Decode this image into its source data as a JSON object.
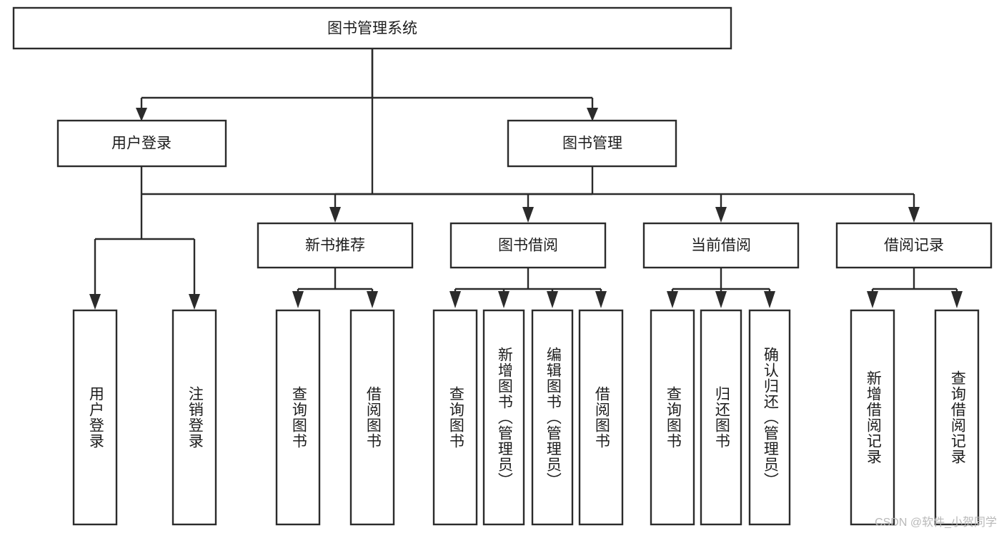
{
  "diagram": {
    "type": "tree-hierarchy-chart",
    "title_node": {
      "label": "图书管理系统"
    },
    "level2": [
      {
        "id": "user-login",
        "label": "用户登录"
      },
      {
        "id": "book-management",
        "label": "图书管理"
      }
    ],
    "level3": [
      {
        "id": "new-book-recommend",
        "label": "新书推荐",
        "parent": "book-management"
      },
      {
        "id": "book-borrow",
        "label": "图书借阅",
        "parent": "book-management"
      },
      {
        "id": "current-borrow",
        "label": "当前借阅",
        "parent": "book-management"
      },
      {
        "id": "borrow-record",
        "label": "借阅记录",
        "parent": "book-management"
      }
    ],
    "leaves": [
      {
        "id": "leaf-user-login",
        "label": "用户登录",
        "parent": "user-login"
      },
      {
        "id": "leaf-logout-login",
        "label": "注销登录",
        "parent": "user-login"
      },
      {
        "id": "leaf-query-book-1",
        "label": "查询图书",
        "parent": "new-book-recommend"
      },
      {
        "id": "leaf-borrow-book-1",
        "label": "借阅图书",
        "parent": "new-book-recommend"
      },
      {
        "id": "leaf-query-book-2",
        "label": "查询图书",
        "parent": "book-borrow"
      },
      {
        "id": "leaf-add-book",
        "label": "新增图书（管理员）",
        "parent": "book-borrow"
      },
      {
        "id": "leaf-edit-book",
        "label": "编辑图书（管理员）",
        "parent": "book-borrow"
      },
      {
        "id": "leaf-borrow-book-2",
        "label": "借阅图书",
        "parent": "book-borrow"
      },
      {
        "id": "leaf-query-book-3",
        "label": "查询图书",
        "parent": "current-borrow"
      },
      {
        "id": "leaf-return-book",
        "label": "归还图书",
        "parent": "current-borrow"
      },
      {
        "id": "leaf-confirm-return",
        "label": "确认归还（管理员）",
        "parent": "current-borrow"
      },
      {
        "id": "leaf-add-record",
        "label": "新增借阅记录",
        "parent": "borrow-record"
      },
      {
        "id": "leaf-query-record",
        "label": "查询借阅记录",
        "parent": "borrow-record"
      }
    ]
  },
  "watermark": {
    "text": "CSDN @软件_小贺同学"
  },
  "colors": {
    "stroke": "#2b2b2b",
    "box_fill": "#ffffff",
    "text": "#1d1d1d",
    "watermark": "#b9b9b9",
    "background": "#ffffff"
  }
}
